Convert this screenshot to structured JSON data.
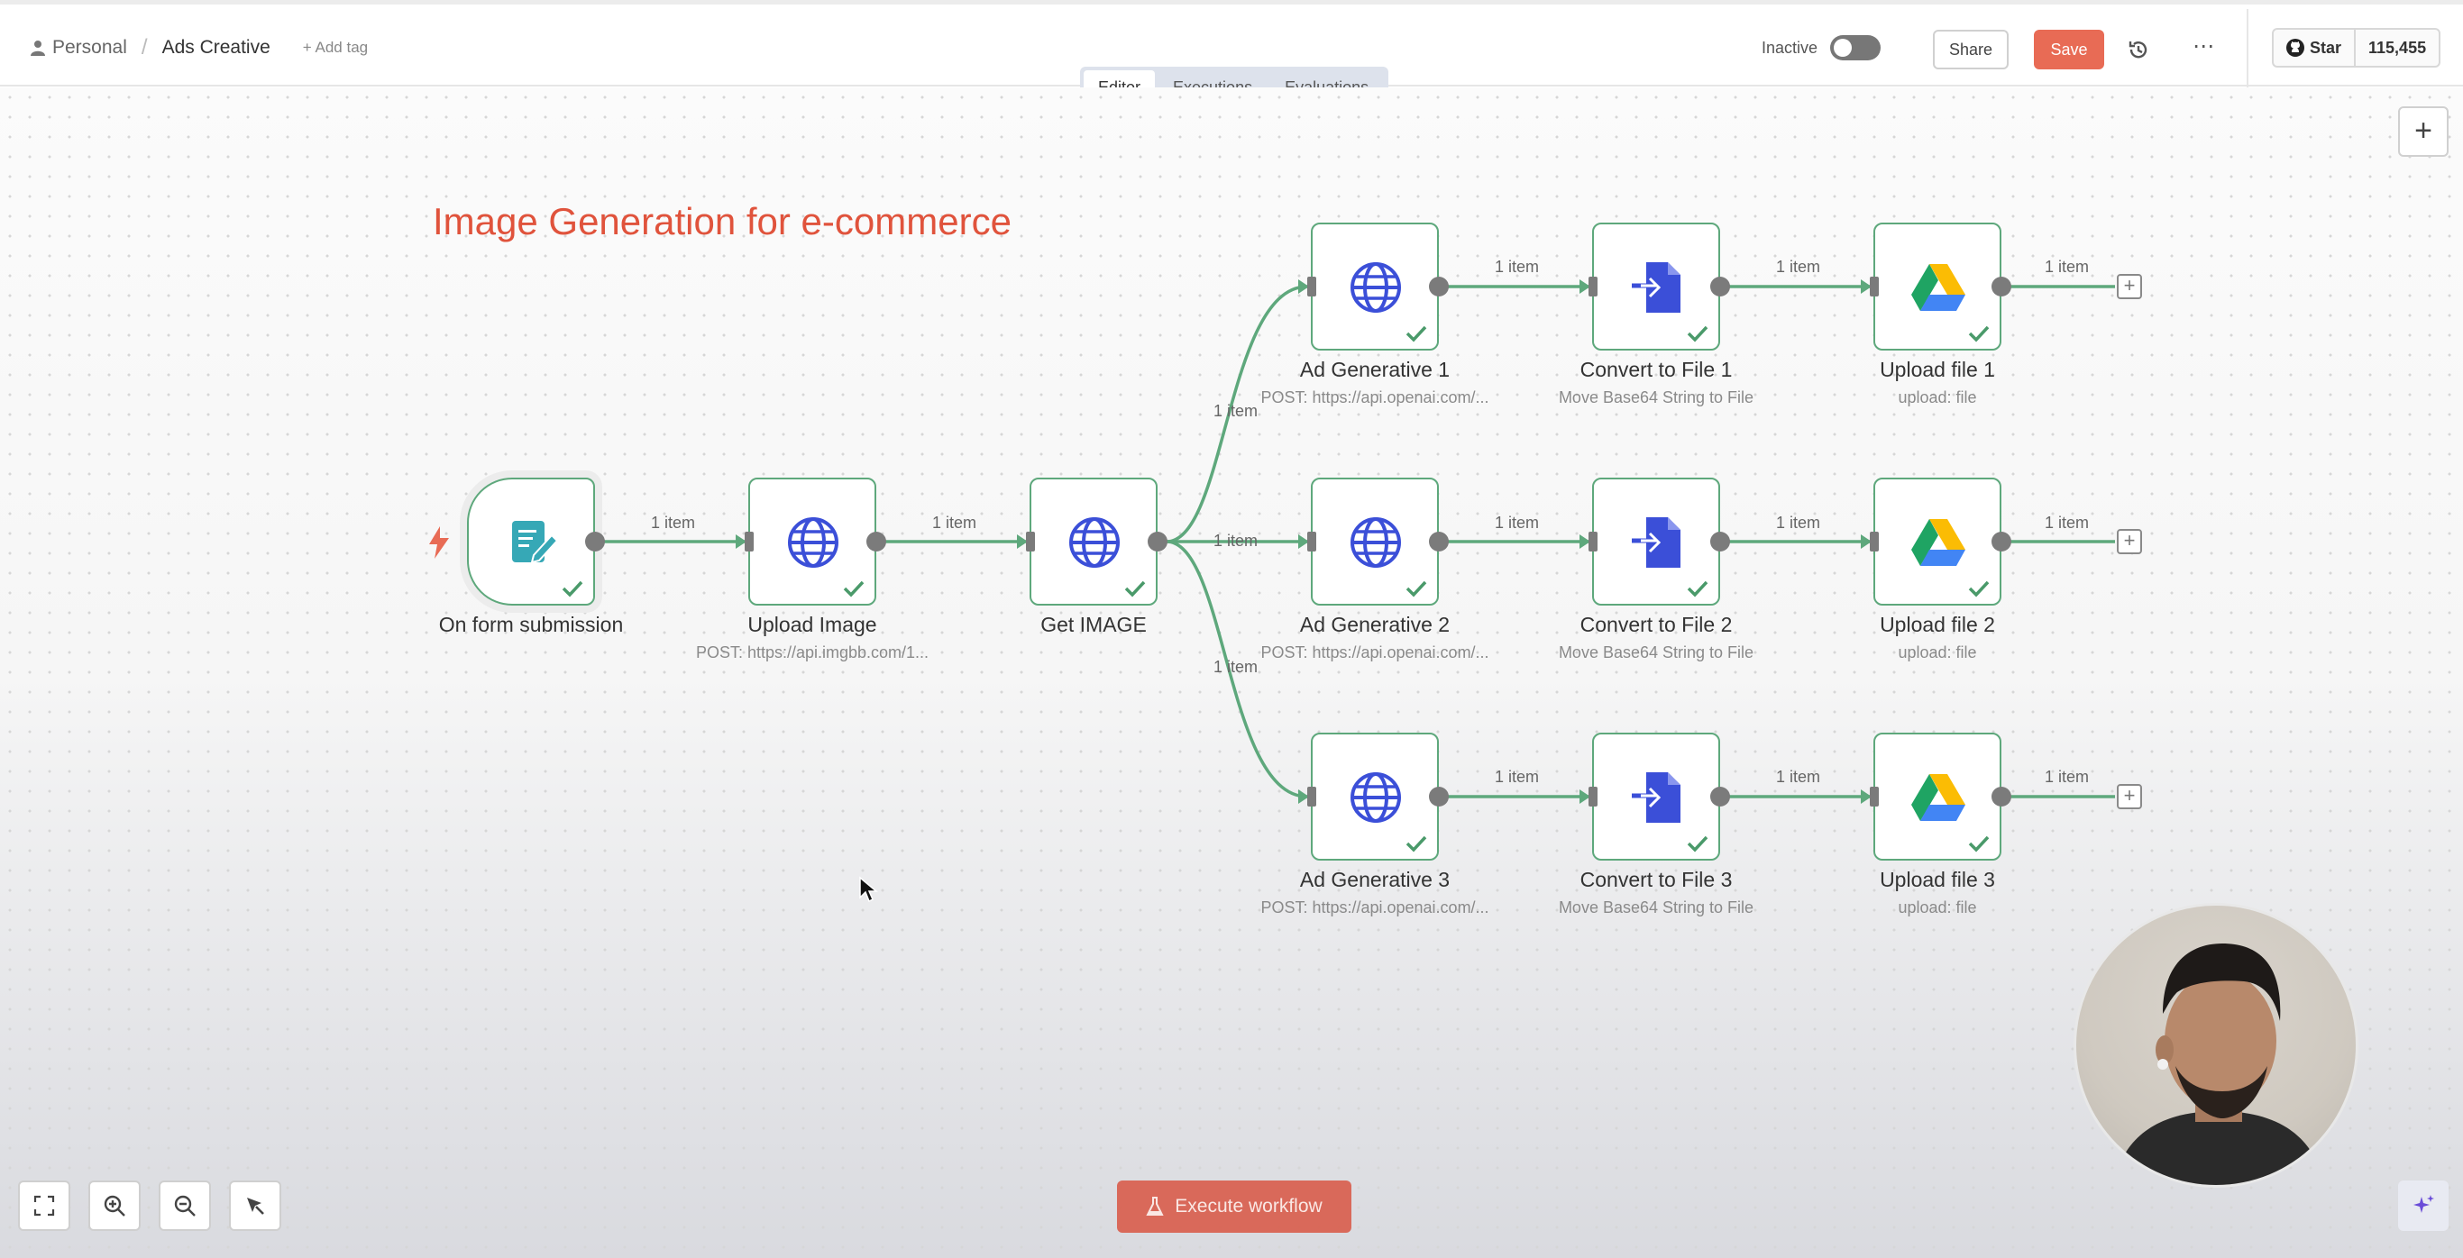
{
  "header": {
    "workspace": "Personal",
    "workflow_title": "Ads Creative",
    "add_tag": "+ Add tag",
    "status_label": "Inactive",
    "share_label": "Share",
    "save_label": "Save",
    "github": {
      "star_label": "Star",
      "count": "115,455"
    }
  },
  "tabs": [
    {
      "label": "Editor",
      "active": true
    },
    {
      "label": "Executions",
      "active": false
    },
    {
      "label": "Evaluations",
      "active": false
    }
  ],
  "sticky_title": "Image Generation for e-commerce",
  "nodes": {
    "trigger": {
      "label": "On form submission",
      "sub": "",
      "icon": "form-icon"
    },
    "upload_image": {
      "label": "Upload Image",
      "sub": "POST: https://api.imgbb.com/1...",
      "icon": "globe-icon"
    },
    "get_image": {
      "label": "Get IMAGE",
      "sub": "",
      "icon": "globe-icon"
    },
    "ad1": {
      "label": "Ad Generative 1",
      "sub": "POST: https://api.openai.com/...",
      "icon": "globe-icon"
    },
    "ad2": {
      "label": "Ad Generative 2",
      "sub": "POST: https://api.openai.com/...",
      "icon": "globe-icon"
    },
    "ad3": {
      "label": "Ad Generative 3",
      "sub": "POST: https://api.openai.com/...",
      "icon": "globe-icon"
    },
    "conv1": {
      "label": "Convert to File 1",
      "sub": "Move Base64 String to File",
      "icon": "file-convert-icon"
    },
    "conv2": {
      "label": "Convert to File 2",
      "sub": "Move Base64 String to File",
      "icon": "file-convert-icon"
    },
    "conv3": {
      "label": "Convert to File 3",
      "sub": "Move Base64 String to File",
      "icon": "file-convert-icon"
    },
    "up1": {
      "label": "Upload file 1",
      "sub": "upload: file",
      "icon": "google-drive-icon"
    },
    "up2": {
      "label": "Upload file 2",
      "sub": "upload: file",
      "icon": "google-drive-icon"
    },
    "up3": {
      "label": "Upload file 3",
      "sub": "upload: file",
      "icon": "google-drive-icon"
    }
  },
  "edge_label": "1 item",
  "execute_label": "Execute workflow",
  "colors": {
    "accent": "#e86b55",
    "edge": "#5ea87c",
    "sticky_text": "#e0533c",
    "icon_blue": "#3b4fd8"
  }
}
